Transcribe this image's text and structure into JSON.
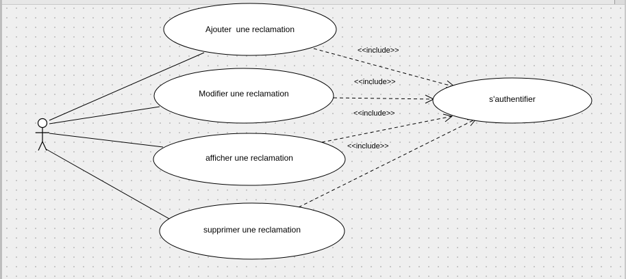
{
  "diagram": {
    "use_cases": [
      {
        "id": "ajouter",
        "label": "Ajouter  une reclamation"
      },
      {
        "id": "modifier",
        "label": "Modifier une reclamation"
      },
      {
        "id": "afficher",
        "label": "afficher une reclamation"
      },
      {
        "id": "supprimer",
        "label": "supprimer une reclamation"
      },
      {
        "id": "auth",
        "label": "s'authentifier"
      }
    ],
    "includes": [
      {
        "from": "ajouter",
        "to": "auth",
        "label": "<<include>>"
      },
      {
        "from": "modifier",
        "to": "auth",
        "label": "<<include>>"
      },
      {
        "from": "afficher",
        "to": "auth",
        "label": "<<include>>"
      },
      {
        "from": "supprimer",
        "to": "auth",
        "label": "<<include>>"
      }
    ],
    "associations": [
      {
        "from": "actor",
        "to": "ajouter"
      },
      {
        "from": "actor",
        "to": "modifier"
      },
      {
        "from": "actor",
        "to": "afficher"
      },
      {
        "from": "actor",
        "to": "supprimer"
      }
    ],
    "colors": {
      "background": "#efefef",
      "use_case_fill": "#ffffff",
      "stroke": "#000000"
    }
  }
}
